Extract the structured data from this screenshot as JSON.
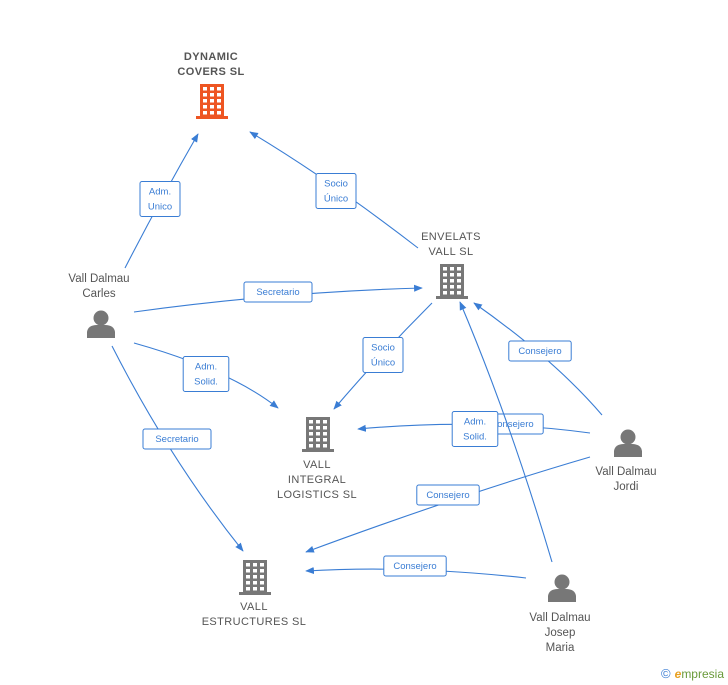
{
  "colors": {
    "edge": "#3a7dd4",
    "node_company": "#777777",
    "node_focus": "#ee5522",
    "node_person": "#777777",
    "label": "#555555"
  },
  "nodes": [
    {
      "id": "dynamic",
      "kind": "company",
      "focus": true,
      "lines": [
        "DYNAMIC",
        "COVERS  SL"
      ],
      "icon": "building-icon"
    },
    {
      "id": "envelats",
      "kind": "company",
      "focus": false,
      "lines": [
        "ENVELATS",
        "VALL SL"
      ],
      "icon": "building-icon"
    },
    {
      "id": "integral",
      "kind": "company",
      "focus": false,
      "lines": [
        "VALL",
        "INTEGRAL",
        "LOGISTICS  SL"
      ],
      "icon": "building-icon"
    },
    {
      "id": "estructures",
      "kind": "company",
      "focus": false,
      "lines": [
        "VALL",
        "ESTRUCTURES SL"
      ],
      "icon": "building-icon"
    },
    {
      "id": "carles",
      "kind": "person",
      "focus": false,
      "lines": [
        "Vall Dalmau",
        "Carles"
      ],
      "icon": "person-icon"
    },
    {
      "id": "jordi",
      "kind": "person",
      "focus": false,
      "lines": [
        "Vall Dalmau",
        "Jordi"
      ],
      "icon": "person-icon"
    },
    {
      "id": "josep",
      "kind": "person",
      "focus": false,
      "lines": [
        "Vall Dalmau",
        "Josep",
        "Maria"
      ],
      "icon": "person-icon"
    }
  ],
  "edges": [
    {
      "from": "carles",
      "to": "dynamic",
      "lines": [
        "Adm.",
        "Unico"
      ]
    },
    {
      "from": "envelats",
      "to": "dynamic",
      "lines": [
        "Socio",
        "Único"
      ]
    },
    {
      "from": "carles",
      "to": "envelats",
      "lines": [
        "Secretario"
      ]
    },
    {
      "from": "carles",
      "to": "integral",
      "lines": [
        "Adm.",
        "Solid."
      ]
    },
    {
      "from": "carles",
      "to": "estructures",
      "lines": [
        "Secretario"
      ]
    },
    {
      "from": "envelats",
      "to": "integral",
      "lines": [
        "Socio",
        "Único"
      ]
    },
    {
      "from": "jordi",
      "to": "envelats",
      "lines": [
        "Consejero"
      ]
    },
    {
      "from": "jordi",
      "to": "integral",
      "lines": [
        "Consejero"
      ]
    },
    {
      "from": "jordi",
      "to": "estructures",
      "lines": [
        "Consejero"
      ]
    },
    {
      "from": "josep",
      "to": "envelats",
      "lines": [
        "Adm.",
        "Solid."
      ]
    },
    {
      "from": "josep",
      "to": "estructures",
      "lines": [
        "Consejero"
      ]
    }
  ],
  "footer": {
    "copyright": "©",
    "brand_first": "e",
    "brand_rest": "mpresia"
  }
}
